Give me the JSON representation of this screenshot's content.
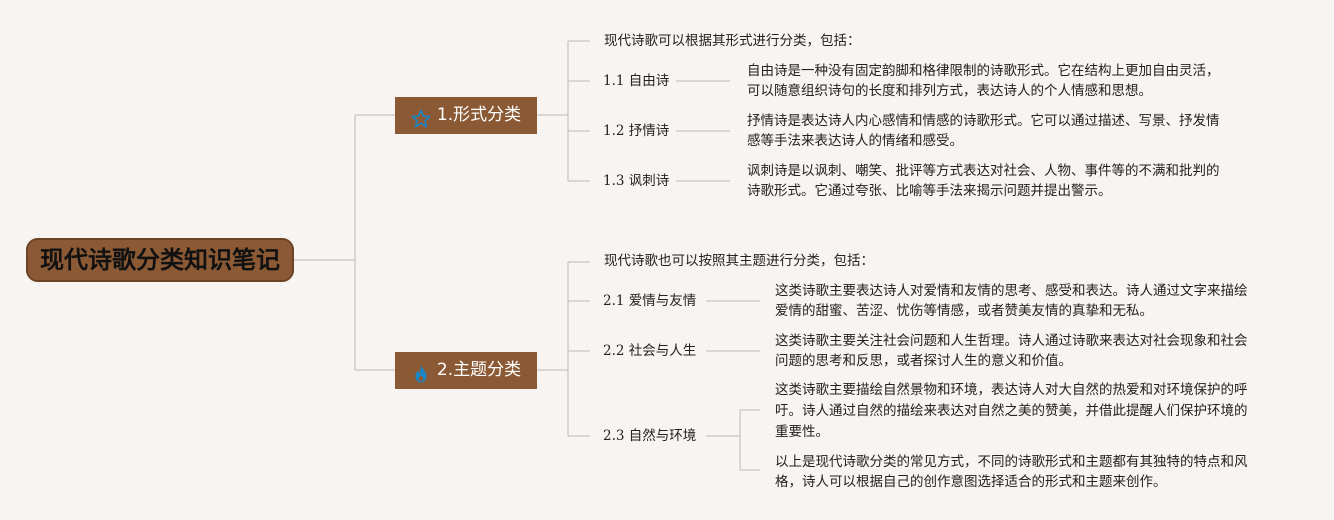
{
  "root": {
    "title": "现代诗歌分类知识笔记"
  },
  "branches": [
    {
      "label": "1.形式分类",
      "icon": "star-icon",
      "intro": "现代诗歌可以根据其形式进行分类，包括：",
      "items": [
        {
          "label": "1.1 自由诗",
          "desc": [
            "自由诗是一种没有固定韵脚和格律限制的诗歌形式。它在结构上更加自由灵活，",
            "可以随意组织诗句的长度和排列方式，表达诗人的个人情感和思想。"
          ]
        },
        {
          "label": "1.2 抒情诗",
          "desc": [
            "抒情诗是表达诗人内心感情和情感的诗歌形式。它可以通过描述、写景、抒发情",
            "感等手法来表达诗人的情绪和感受。"
          ]
        },
        {
          "label": "1.3 讽刺诗",
          "desc": [
            "讽刺诗是以讽刺、嘲笑、批评等方式表达对社会、人物、事件等的不满和批判的",
            "诗歌形式。它通过夸张、比喻等手法来揭示问题并提出警示。"
          ]
        }
      ]
    },
    {
      "label": "2.主题分类",
      "icon": "flame-icon",
      "intro": "现代诗歌也可以按照其主题进行分类，包括：",
      "items": [
        {
          "label": "2.1 爱情与友情",
          "desc": [
            "这类诗歌主要表达诗人对爱情和友情的思考、感受和表达。诗人通过文字来描绘",
            "爱情的甜蜜、苦涩、忧伤等情感，或者赞美友情的真挚和无私。"
          ]
        },
        {
          "label": "2.2 社会与人生",
          "desc": [
            "这类诗歌主要关注社会问题和人生哲理。诗人通过诗歌来表达对社会现象和社会",
            "问题的思考和反思，或者探讨人生的意义和价值。"
          ]
        },
        {
          "label": "2.3 自然与环境",
          "desc": [
            "这类诗歌主要描绘自然景物和环境，表达诗人对大自然的热爱和对环境保护的呼",
            "吁。诗人通过自然的描绘来表达对自然之美的赞美，并借此提醒人们保护环境的",
            "重要性。"
          ],
          "extra": [
            "以上是现代诗歌分类的常见方式，不同的诗歌形式和主题都有其独特的特点和风",
            "格，诗人可以根据自己的创作意图选择适合的形式和主题来创作。"
          ]
        }
      ]
    }
  ],
  "colors": {
    "node": "#8b5a35",
    "line": "#c9c3bf",
    "icon": "#1a86c8",
    "background": "#f8f4f1"
  }
}
